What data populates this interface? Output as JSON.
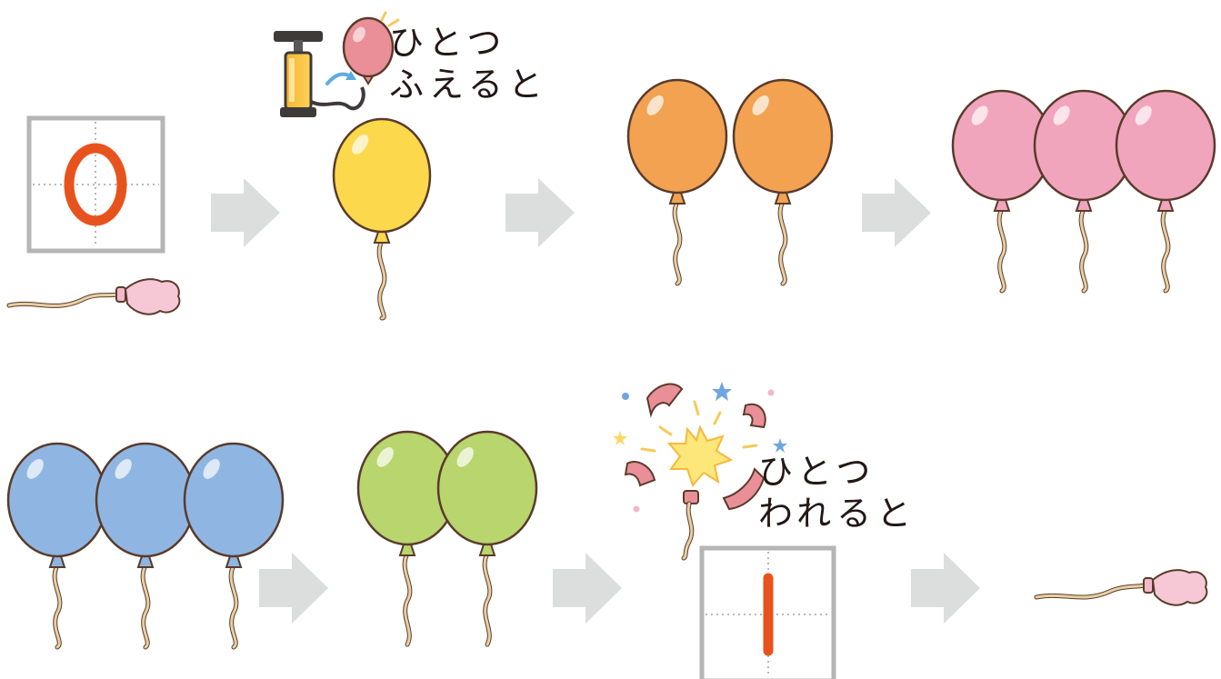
{
  "captions": {
    "add_line1": "ひとつ",
    "add_line2": "ふえると",
    "pop_line1": "ひとつ",
    "pop_line2": "われると"
  },
  "digits": {
    "zero": "0",
    "one": "1"
  },
  "colors": {
    "yellow": "#fcd84c",
    "orange": "#f2a251",
    "pink": "#f1a5bd",
    "blue": "#8fb6e3",
    "green": "#b9d56e",
    "digit": "#e8531d",
    "arrow": "#dcdddd",
    "outline": "#5a3b2b"
  },
  "counts": {
    "yellow": 1,
    "orange": 2,
    "pink": 3,
    "blue": 3,
    "green": 2
  }
}
